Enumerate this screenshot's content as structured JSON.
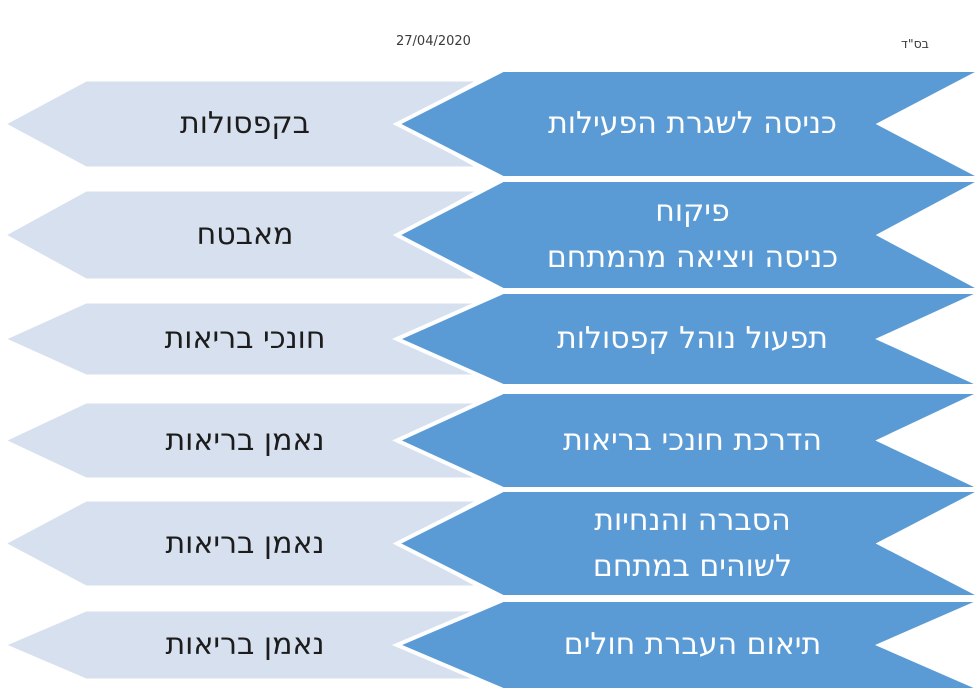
{
  "header": {
    "date": "27/04/2020",
    "dedication": "בס\"ד"
  },
  "colors": {
    "blue": "#5b9bd5",
    "light": "#d7e0ee",
    "dark_text": "#1c1c1c",
    "white_text": "#ffffff"
  },
  "rows": [
    {
      "actor": "בקפסולות",
      "action": [
        "כניסה לשגרת הפעילות"
      ]
    },
    {
      "actor": "מאבטח",
      "action": [
        "פיקוח",
        "כניסה ויציאה מהמתחם"
      ]
    },
    {
      "actor": "חונכי בריאות",
      "action": [
        "תפעול נוהל קפסולות"
      ]
    },
    {
      "actor": "נאמן בריאות",
      "action": [
        "הדרכת חונכי בריאות"
      ]
    },
    {
      "actor": "נאמן בריאות",
      "action": [
        "הסברה והנחיות",
        "לשוהים במתחם"
      ]
    },
    {
      "actor": "נאמן בריאות",
      "action": [
        "תיאום העברת חולים"
      ]
    }
  ]
}
